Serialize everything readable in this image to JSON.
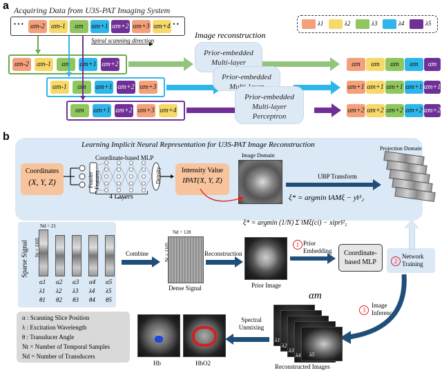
{
  "panel_a": {
    "letter": "a",
    "title": "Acquiring Data from U3S-PAT Imaging System",
    "ellipsis": "• • •",
    "scan_direction": "Spiral scanning direction",
    "image_reconstruction": "Image reconstruction",
    "pe_line1": "Prior-embedded",
    "pe_line2": "Multi-layer",
    "pe_line3": "Perceptron",
    "legend": [
      "λ1",
      "λ2",
      "λ3",
      "λ4",
      "λ5"
    ],
    "top_row": [
      "αm-2",
      "αm-1",
      "αm",
      "αm+1",
      "αm+2",
      "αm+3",
      "αm+4"
    ],
    "group1": [
      "αm-2",
      "αm-1",
      "αm",
      "αm+1",
      "αm+2"
    ],
    "group2": [
      "αm-1",
      "αm",
      "αm+1",
      "αm+2",
      "αm+3"
    ],
    "group3": [
      "αm",
      "αm+1",
      "αm+2",
      "αm+3",
      "αm+4"
    ],
    "out1": [
      "αm",
      "αm",
      "αm",
      "αm",
      "αm"
    ],
    "out2": [
      "αm+1",
      "αm+1",
      "αm+1",
      "αm+1",
      "αm+1"
    ],
    "out3": [
      "αm+2",
      "αm+2",
      "αm+2",
      "αm+2",
      "αm+2"
    ],
    "colors": {
      "l1": "#f4a07a",
      "l2": "#f7d96a",
      "l3": "#8fc75e",
      "l4": "#2eb6ea",
      "l5": "#6f2f96"
    }
  },
  "panel_b": {
    "letter": "b",
    "title": "Learning Implicit Neural Representation for U3S-PAT Image Reconstruction",
    "coordinates_label": "Coordinates",
    "coordinates_value": "(X, Y, Z)",
    "mlp_label": "Coordinate-based MLP",
    "fourier": "Fourier Features",
    "density": "Density",
    "layers": "4 Layers",
    "intensity_label": "Intensity Value",
    "intensity_value": "IPAT(X, Y, Z)",
    "image_domain": "Image Domain",
    "projection_domain": "Projection Domain",
    "ubp": "UBP Transform",
    "formula1": "ξ* = argmin ‖AMξ − y‖²₂",
    "formula2": "ξ* = argmin (1/N) Σ ‖Mξ(ci) − xipr‖²₂",
    "nd21": "Nd = 21",
    "nt1105": "Nt = 1105",
    "sparse_signal": "Sparse Signal",
    "alphas": [
      "α1",
      "α2",
      "α3",
      "α4",
      "α5"
    ],
    "lambdas": [
      "λ1",
      "λ2",
      "λ3",
      "λ4",
      "λ5"
    ],
    "thetas": [
      "θ1",
      "θ2",
      "θ3",
      "θ4",
      "θ5"
    ],
    "combine": "Combine",
    "nd128": "Nd = 128",
    "nt1105b": "Nt = 1105",
    "dense_signal": "Dense Signal",
    "reconstruction": "Reconstruction",
    "prior_image": "Prior Image",
    "step1_num": "1",
    "step1": "Prior Embedding",
    "mlp_box": "Coordinate-based MLP",
    "step2_num": "2",
    "step2": "Network Training",
    "step3_num": "3",
    "step3": "Image Inference",
    "alpha_m": "αm",
    "recon_lambdas": [
      "λ1",
      "λ2",
      "λ3",
      "λ4",
      "λ5"
    ],
    "reconstructed_images": "Reconstructed Images",
    "spectral_unmixing": "Spectral Unmixing",
    "hb": "Hb",
    "hbo2": "HbO2",
    "legend_items": [
      "α : Scanning Slice Position",
      "λ : Excitation Wavelength",
      "θ : Transducer Angle",
      "Nt = Number of Temporal Samples",
      "Nd = Number of Transducers"
    ]
  }
}
